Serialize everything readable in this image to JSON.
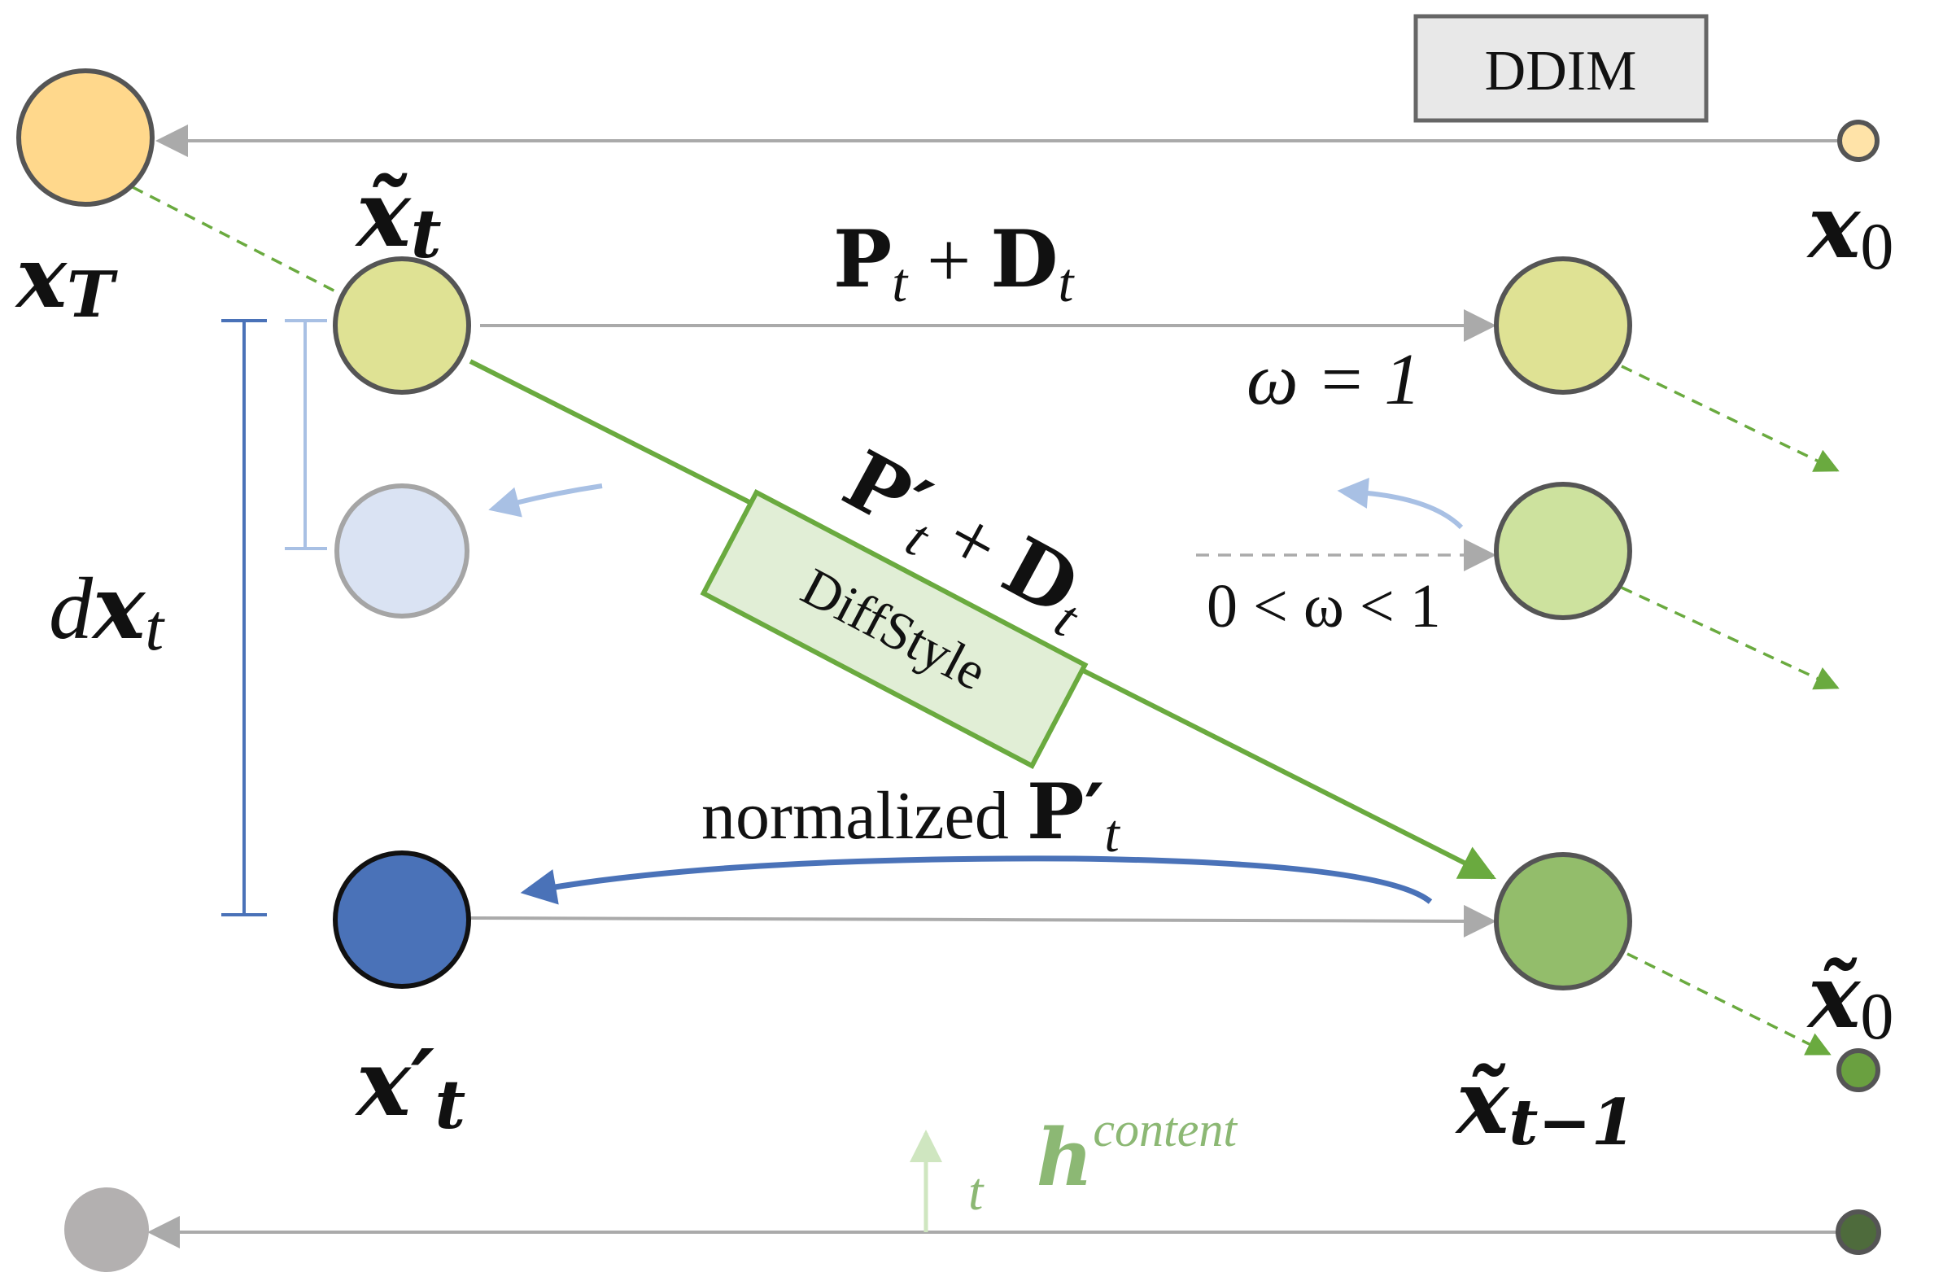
{
  "colors": {
    "gray_line": "#aaaaaa",
    "green_line": "#6aaa3f",
    "blue_line": "#4a72b8",
    "light_blue": "#a8c0e4",
    "node_xT": "#ffd88c",
    "node_x0": "#ffe3a8",
    "node_xt_tilde": "#dfe294",
    "node_ghost": "#dae3f3",
    "node_top_right": "#dfe294",
    "node_mid_right": "#cde29e",
    "node_xt1": "#93bd6b",
    "node_xt_prime": "#4a72b8",
    "node_bottom_left": "#b3b0b0",
    "node_dark_green": "#4e6b3c",
    "diffstyle_fill": "#e1eed6",
    "ddim_fill": "#e8e8e8"
  },
  "labels": {
    "ddim": "DDIM",
    "x_T": {
      "base": "x",
      "sub": "T"
    },
    "x_0": {
      "base": "x",
      "sub": "0"
    },
    "x_t_tilde": {
      "base": "x̃",
      "sub": "t"
    },
    "x0_tilde": {
      "base": "x̃",
      "sub": "0"
    },
    "x_t1_tilde": {
      "base": "x̃",
      "sub": "t−1"
    },
    "x_t_prime": {
      "base": "x′",
      "sub": "t"
    },
    "dx_t": {
      "pre": "d",
      "base": "x",
      "sub": "t"
    },
    "pt_dt": {
      "p": "P",
      "p_sub": "t",
      "op": " + ",
      "d": "D",
      "d_sub": "t"
    },
    "pt_prime_dt": {
      "p": "P′",
      "p_sub": "t",
      "op": " + ",
      "d": "D",
      "d_sub": "t"
    },
    "omega_1": "ω = 1",
    "omega_range": "0 < ω < 1",
    "diffstyle": "DiffStyle",
    "normalized": {
      "text": "normalized",
      "p": "P′",
      "p_sub": "t"
    },
    "h_content": {
      "base": "h",
      "sub": "t",
      "sup": "content"
    }
  }
}
